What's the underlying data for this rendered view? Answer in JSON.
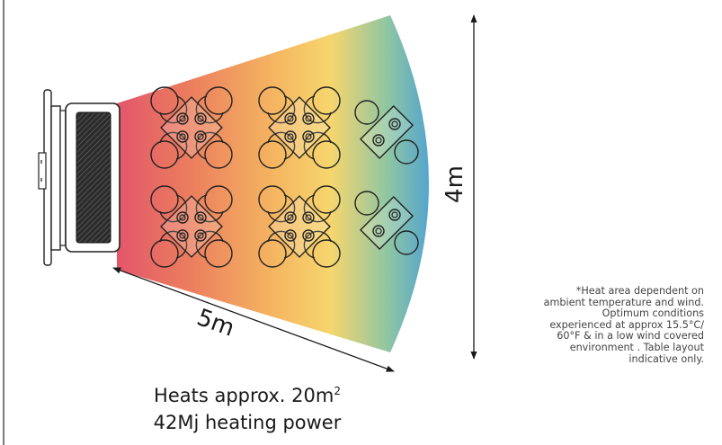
{
  "dimensions": {
    "width_label": "4m",
    "depth_label": "5m"
  },
  "caption": {
    "line1": "Heats approx. 20m",
    "line1_sup": "2",
    "line2": "42Mj heating power"
  },
  "footnote": "*Heat area dependent on ambient temperature and wind. Optimum conditions experienced at approx 15.5°C/ 60°F & in a low wind covered environment . Table layout indicative only.",
  "colors": {
    "heat_gradient": [
      "#e2566a",
      "#eb7c5e",
      "#f5b761",
      "#f6d66d",
      "#8ec6a3",
      "#4b9fd6"
    ],
    "line": "#1a1a1a"
  },
  "icons": {
    "heater": "patio-heater-icon",
    "table_4_seat": "table-four-chairs-icon",
    "table_2_seat": "table-two-chairs-icon"
  }
}
